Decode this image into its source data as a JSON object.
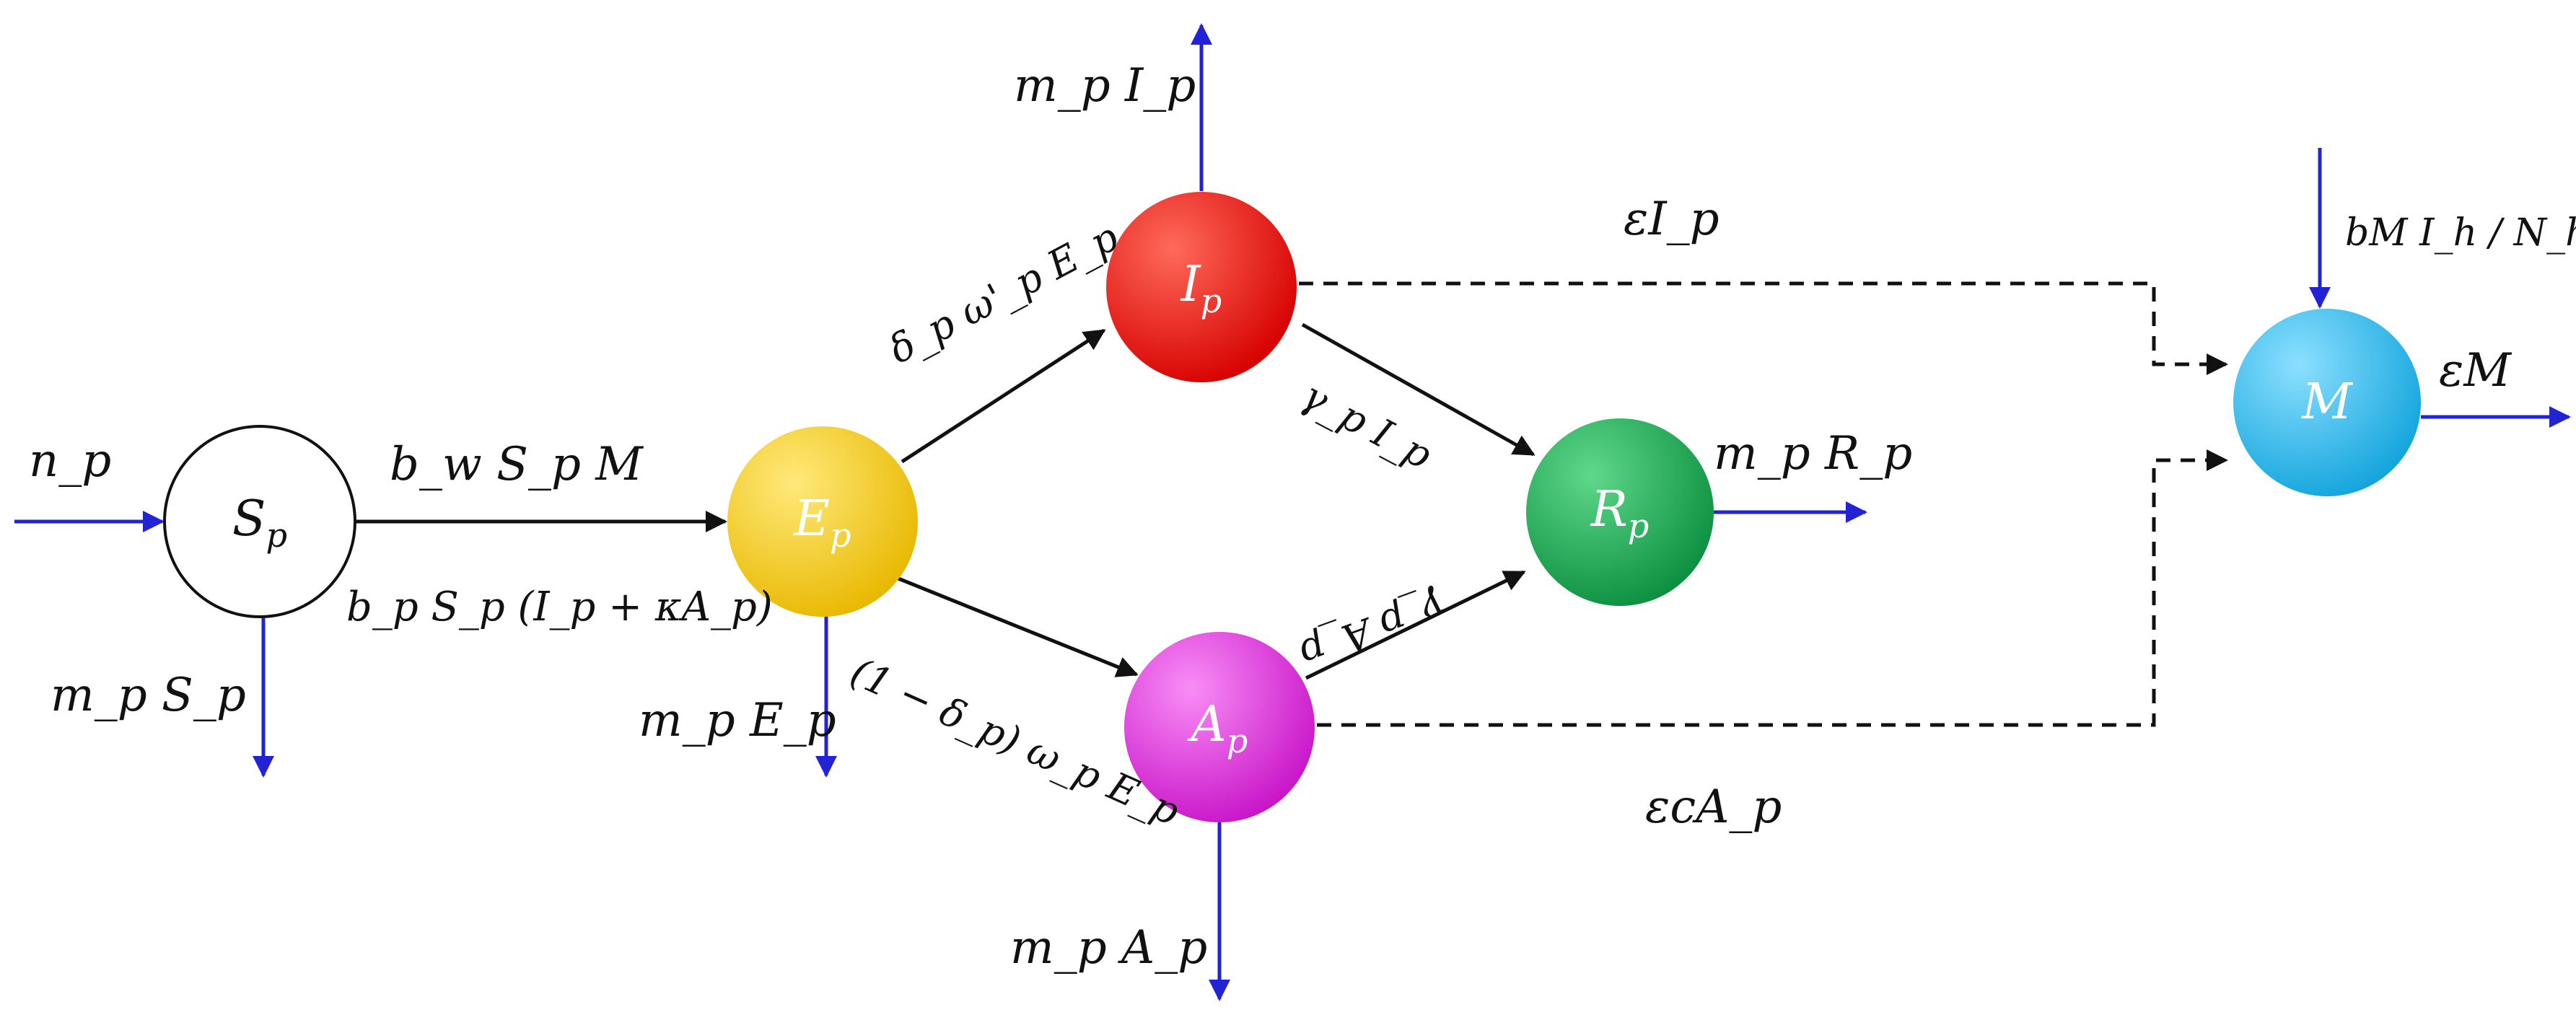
{
  "colors": {
    "S_p": "#ffffff",
    "E_p": "#f2c400",
    "I_p": "#e60000",
    "A_p": "#d41ed4",
    "R_p": "#0fa04a",
    "M": "#1fb4ea",
    "inflow_outflow_arrow": "#2323d6",
    "transition_arrow": "#111111"
  },
  "nodes": {
    "S_p": {
      "main": "S",
      "sub": "p"
    },
    "E_p": {
      "main": "E",
      "sub": "p"
    },
    "I_p": {
      "main": "I",
      "sub": "p"
    },
    "A_p": {
      "main": "A",
      "sub": "p"
    },
    "R_p": {
      "main": "R",
      "sub": "p"
    },
    "M": {
      "main": "M"
    }
  },
  "labels": {
    "n_p": "n_p",
    "m_p_S_p": "m_p S_p",
    "b_w_S_p_M": "b_w S_p M",
    "b_p_S_p_infection": "b_p S_p (I_p + κA_p)",
    "m_p_E_p": "m_p E_p",
    "delta_omega_E": "δ_p ω'_p E_p",
    "one_minus_delta_omega_E": "(1 − δ_p) ω_p E_p",
    "m_p_I_p": "m_p I_p",
    "m_p_A_p": "m_p A_p",
    "gamma_I": "γ_p I_p",
    "gamma_A": "γ_p A_p",
    "m_p_R_p": "m_p R_p",
    "epsilon_I_p": "εI_p",
    "epsilon_c_A_p": "εcA_p",
    "b_M_I_h_N_h": "bM I_h / N_h",
    "epsilon_M": "εM"
  }
}
